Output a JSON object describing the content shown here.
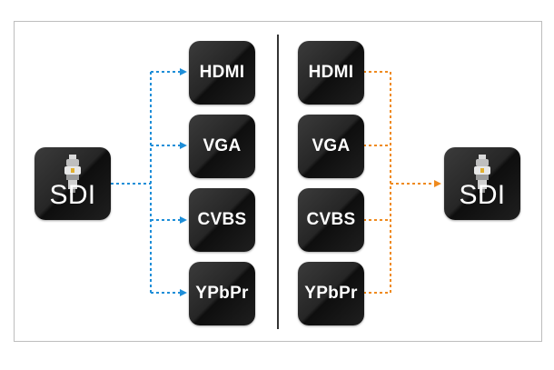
{
  "left_panel": {
    "source": "SDI",
    "outputs": [
      "HDMI",
      "VGA",
      "CVBS",
      "YPbPr"
    ],
    "arrow_color": "#1e8ed8"
  },
  "right_panel": {
    "inputs": [
      "HDMI",
      "VGA",
      "CVBS",
      "YPbPr"
    ],
    "target": "SDI",
    "arrow_color": "#ef8a1e"
  },
  "icons": {
    "connector": "bnc-connector-icon"
  }
}
